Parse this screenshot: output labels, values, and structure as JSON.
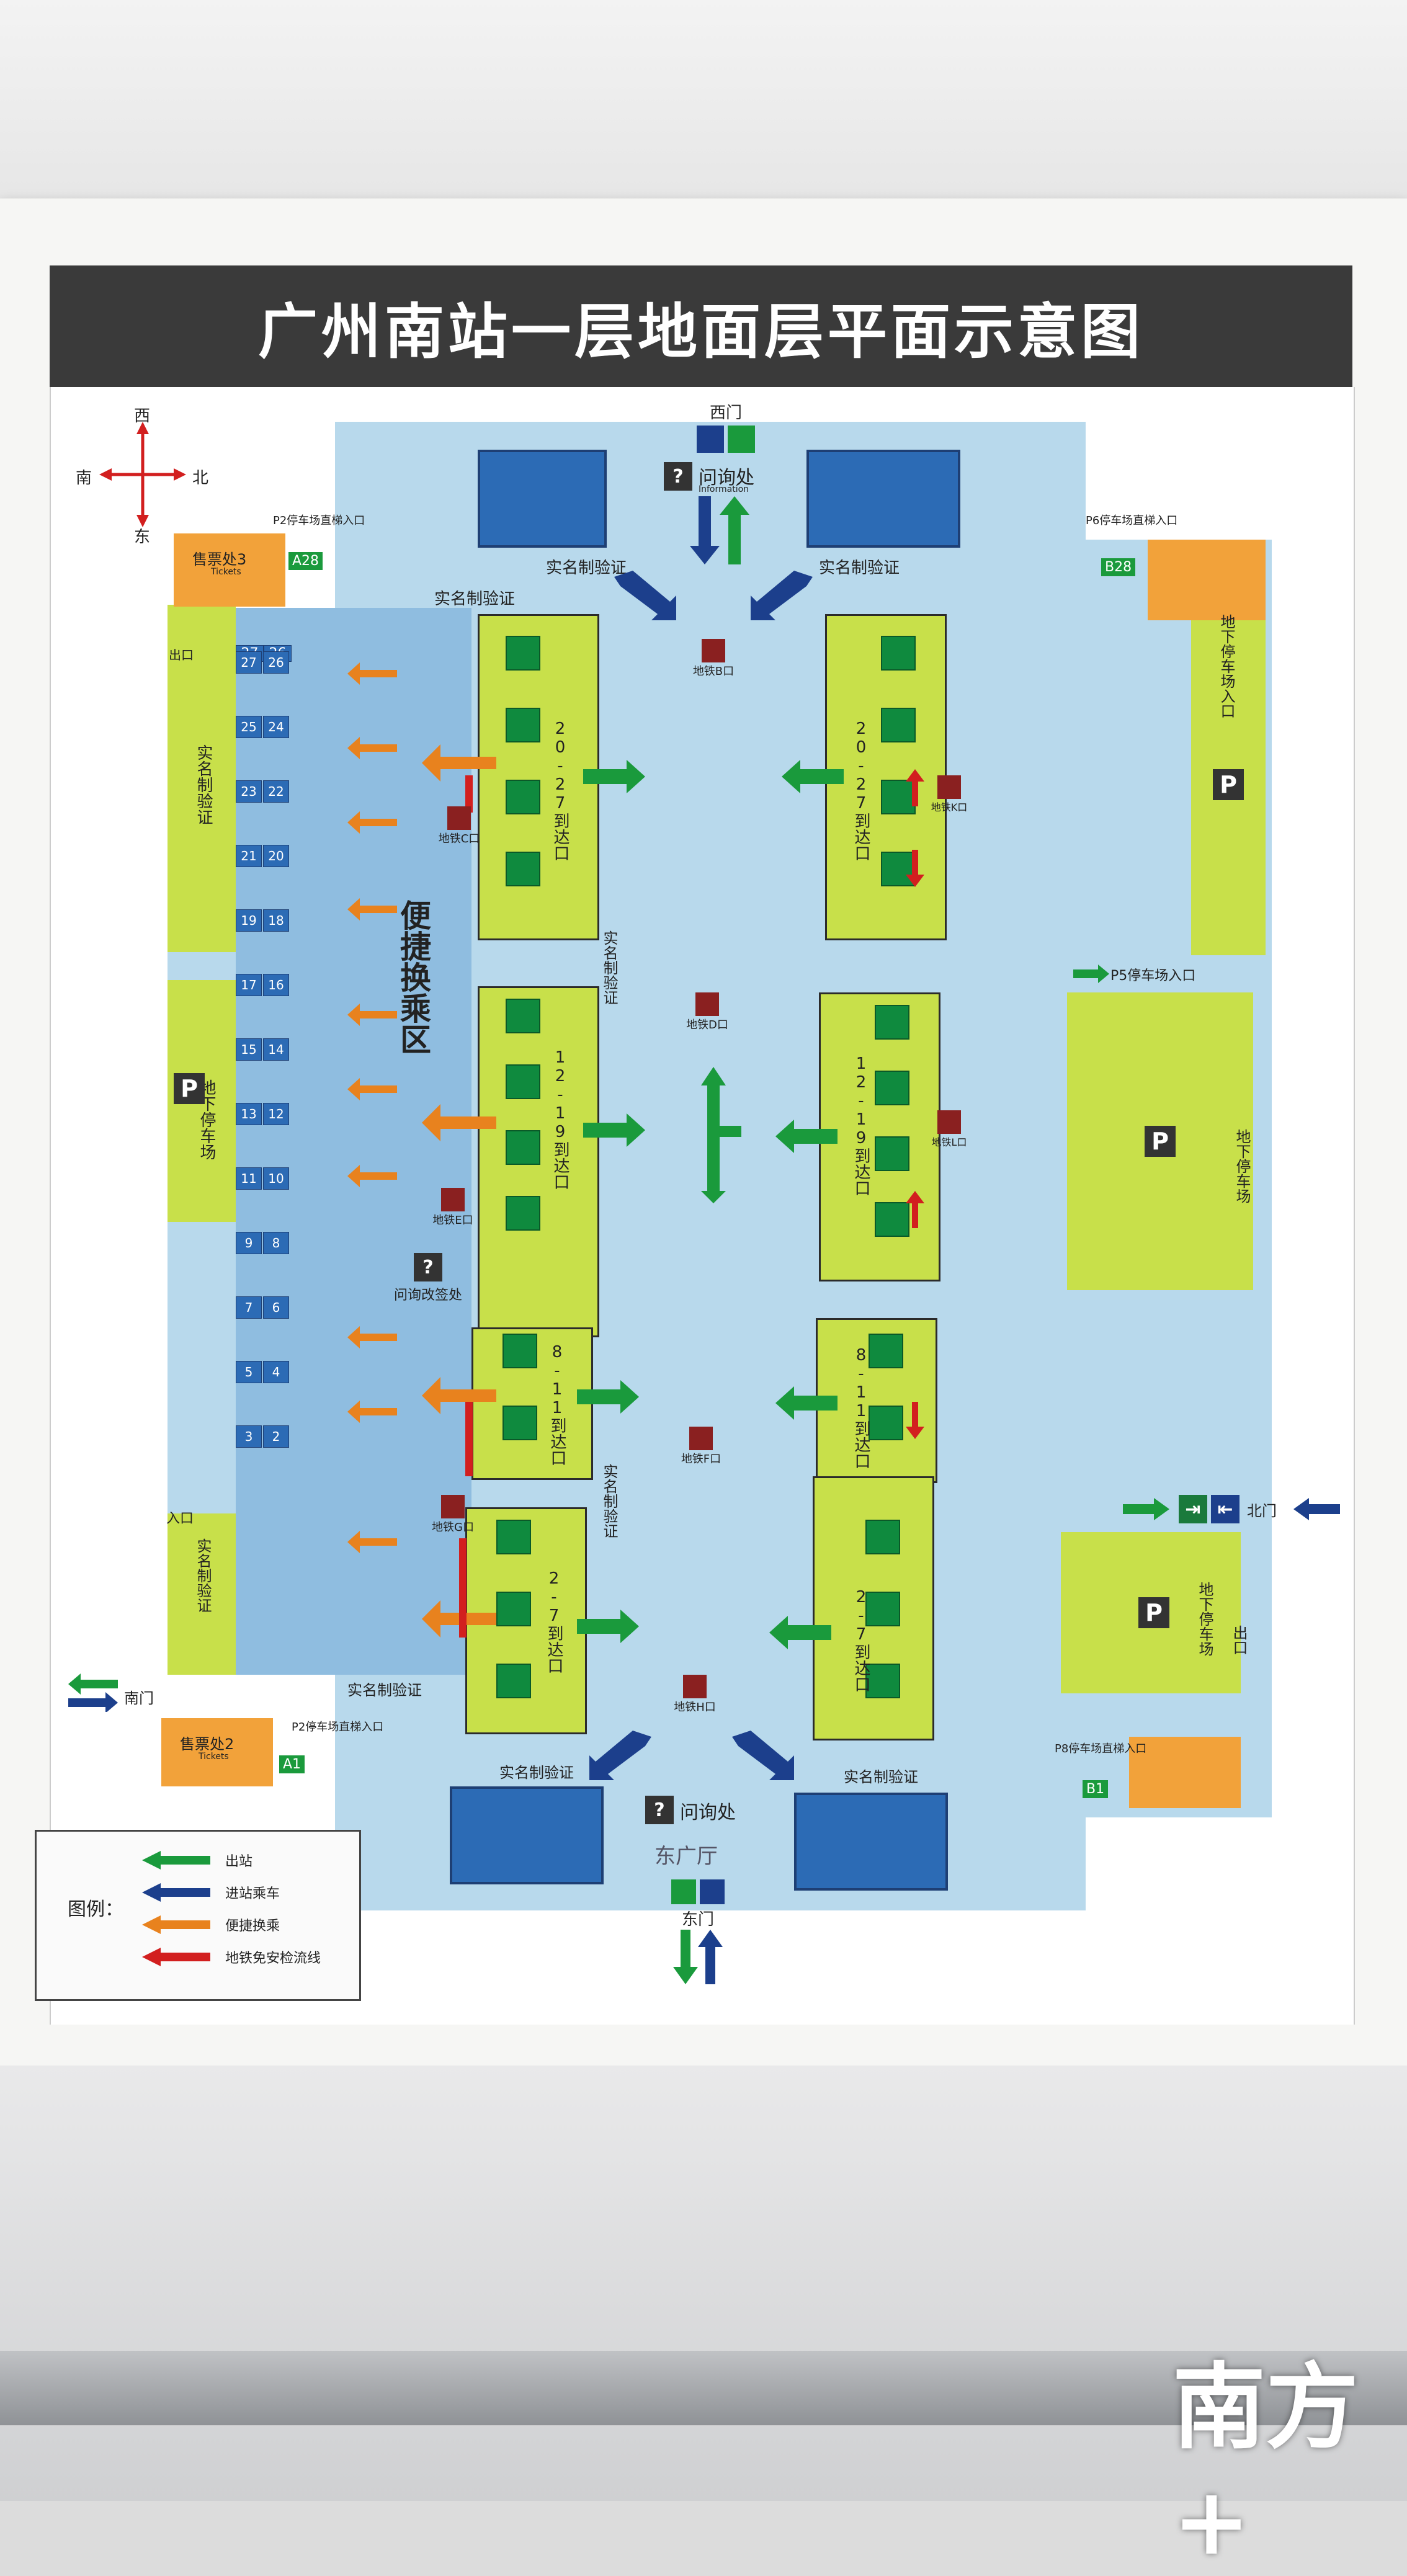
{
  "title": "广州南站一层地面层平面示意图",
  "compass": {
    "north": "北",
    "south": "南",
    "west": "西",
    "east": "东"
  },
  "gates": {
    "west": "西门",
    "east": "东门",
    "south": "南门",
    "north": "北门"
  },
  "info": {
    "label": "问询处",
    "label_en": "Information",
    "ticket_change": "问询改签处"
  },
  "east_hall": "东广厅",
  "transfer_zone": "便捷换乘区",
  "real_name": "实名制验证",
  "metro": [
    "地铁B口",
    "地铁C口",
    "地铁D口",
    "地铁E口",
    "地铁F口",
    "地铁G口",
    "地铁H口",
    "地铁K口",
    "地铁L口"
  ],
  "arrivals": [
    "20-27到达口",
    "12-19到达口",
    "8-11到达口",
    "2-7到达口"
  ],
  "tickets": [
    {
      "label": "售票处3",
      "en": "Tickets",
      "code": "A28"
    },
    {
      "label": "售票处2",
      "en": "Tickets",
      "code": "A1"
    }
  ],
  "parking": {
    "underground": "地下停车场",
    "p2_entry": "P2停车场直梯入口",
    "p6_entry": "P6停车场直梯入口",
    "p8_entry": "P8停车场直梯入口",
    "p5_entry": "P5停车场入口",
    "b28": "B28",
    "b1": "B1",
    "exit": "出口",
    "entry": "入口",
    "entry2": "地下停车场入口"
  },
  "platforms_left": [
    "27",
    "26",
    "25",
    "24",
    "23",
    "22",
    "21",
    "20",
    "19",
    "18",
    "17",
    "16",
    "15",
    "14",
    "13",
    "12",
    "11",
    "10",
    "9",
    "8",
    "7",
    "6",
    "5",
    "4",
    "3",
    "2"
  ],
  "legend": {
    "title": "图例：",
    "items": [
      {
        "label": "出站",
        "color": "#1a9a3c"
      },
      {
        "label": "进站乘车",
        "color": "#1c3f8c"
      },
      {
        "label": "便捷换乘",
        "color": "#e8821e"
      },
      {
        "label": "地铁免安检流线",
        "color": "#d21f1f"
      }
    ]
  },
  "watermark": "南方+",
  "colors": {
    "exit": "#1a9a3c",
    "enter": "#1c3f8c",
    "transfer": "#e8821e",
    "metro": "#d21f1f"
  }
}
